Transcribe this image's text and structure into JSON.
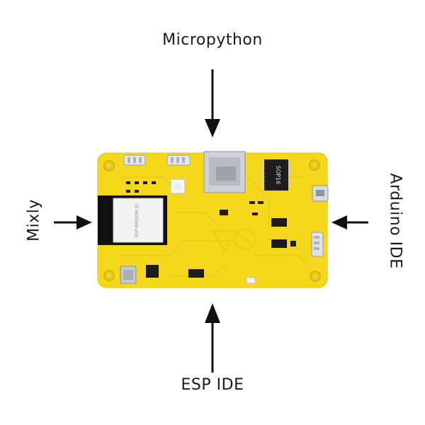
{
  "labels": {
    "top": "Micropython",
    "bottom": "ESP IDE",
    "left": "Mixly",
    "right": "Arduino IDE"
  },
  "board": {
    "color": "#f5d81c",
    "chip_label": "SOP16",
    "module_label": "ESP-WROOM-32"
  },
  "colors": {
    "arrow": "#111111",
    "text": "#1a1a1a"
  }
}
